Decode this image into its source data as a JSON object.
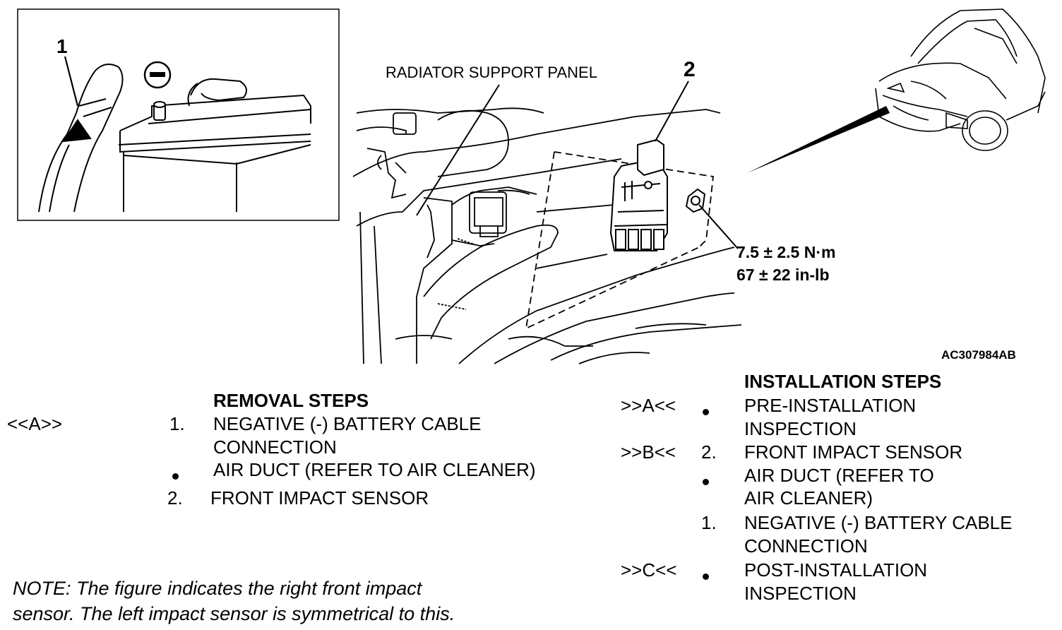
{
  "figure": {
    "callout_1": "1",
    "callout_2": "2",
    "panel_label": "RADIATOR SUPPORT PANEL",
    "torque_nm": "7.5 ± 2.5 N·m",
    "torque_inlb": "67 ± 22 in-lb",
    "figure_id": "AC307984AB",
    "negative_symbol": "minus-icon"
  },
  "removal": {
    "title": "REMOVAL STEPS",
    "steps": [
      {
        "ref": "<<A>>",
        "num": "1.",
        "line1": "NEGATIVE (-) BATTERY CABLE",
        "line2": "CONNECTION"
      },
      {
        "ref": "",
        "num": "•",
        "line1": "AIR DUCT (REFER TO AIR CLEANER)",
        "line2": ""
      },
      {
        "ref": "",
        "num": "2.",
        "line1": "FRONT IMPACT SENSOR",
        "line2": ""
      }
    ]
  },
  "installation": {
    "title": "INSTALLATION STEPS",
    "steps": [
      {
        "ref": ">>A<<",
        "num": "•",
        "line1": "PRE-INSTALLATION",
        "line2": "INSPECTION"
      },
      {
        "ref": ">>B<<",
        "num": "2.",
        "line1": "FRONT IMPACT SENSOR",
        "line2": ""
      },
      {
        "ref": "",
        "num": "•",
        "line1": "AIR DUCT (REFER TO",
        "line2": "AIR CLEANER)"
      },
      {
        "ref": "",
        "num": "1.",
        "line1": "NEGATIVE (-) BATTERY CABLE",
        "line2": "CONNECTION"
      },
      {
        "ref": ">>C<<",
        "num": "•",
        "line1": "POST-INSTALLATION",
        "line2": "INSPECTION"
      }
    ]
  },
  "note": {
    "line1": "NOTE: The figure indicates the right front impact",
    "line2": "sensor. The left impact sensor is symmetrical to this."
  }
}
